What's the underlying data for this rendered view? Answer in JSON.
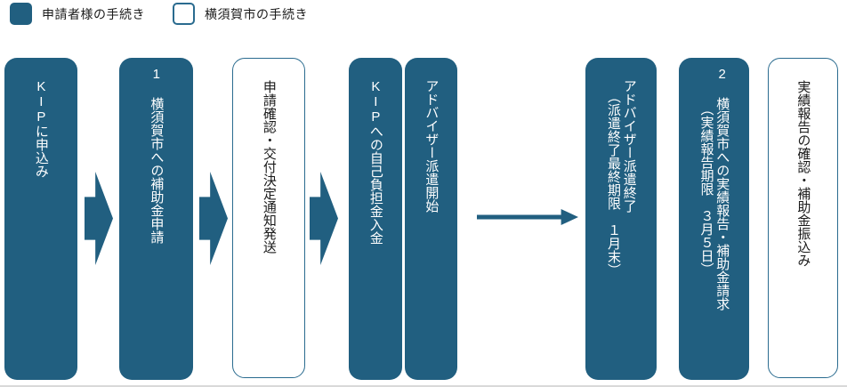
{
  "colors": {
    "accent": "#215F80",
    "outline": "#2A6B8F",
    "divider": "#D9D9D9"
  },
  "legend": {
    "applicant_label": "申請者様の手続き",
    "city_label": "横須賀市の手続き"
  },
  "steps": [
    {
      "name": "kip-apply",
      "actor": "applicant",
      "columns": [
        "KIPに申込み"
      ]
    },
    {
      "name": "subsidy-application",
      "actor": "applicant",
      "columns": [
        "1 横須賀市への補助金申請"
      ]
    },
    {
      "name": "confirm-and-notice",
      "actor": "city",
      "columns": [
        "申請確認・交付決定通知発送"
      ]
    },
    {
      "name": "self-payment-to-kip",
      "actor": "applicant",
      "columns": [
        "KIPへの自己負担金入金"
      ]
    },
    {
      "name": "advisor-dispatch-start",
      "actor": "applicant",
      "columns": [
        "アドバイザー派遣開始"
      ]
    },
    {
      "name": "advisor-dispatch-end",
      "actor": "applicant",
      "columns": [
        "アドバイザー派遣終了",
        "（派遣終了最終期限　１月末）"
      ]
    },
    {
      "name": "result-report-request",
      "actor": "applicant",
      "columns": [
        "2 横須賀市への実績報告・補助金請求",
        "（実績報告期限　３月５日）"
      ]
    },
    {
      "name": "report-confirm-payout",
      "actor": "city",
      "columns": [
        "実績報告の確認・補助金振込み"
      ]
    }
  ]
}
